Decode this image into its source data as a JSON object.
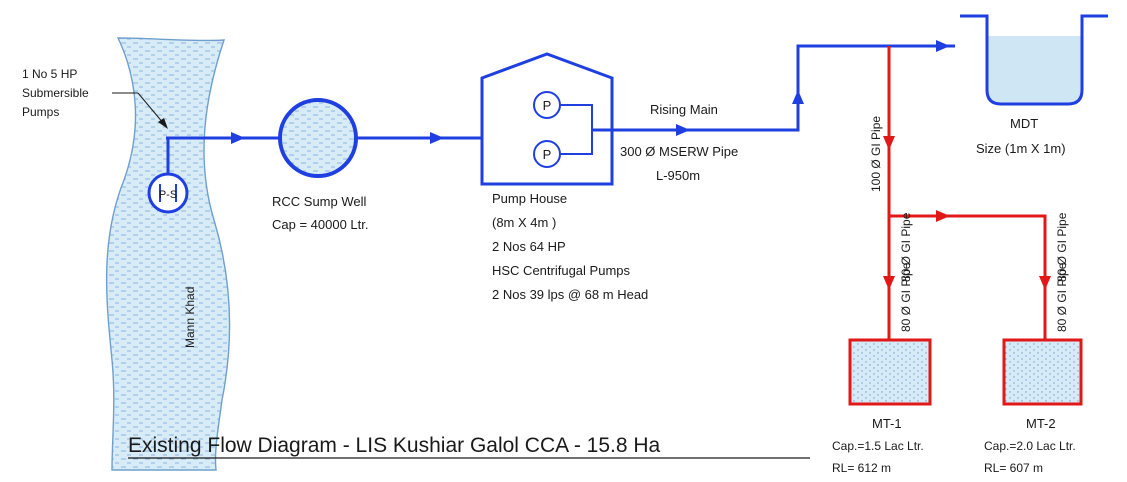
{
  "title": "Existing Flow Diagram - LIS Kushiar Galol CCA - 15.8 Ha",
  "source": {
    "name": "Mann Khad",
    "pump_lines": [
      "1 No 5 HP",
      "Submersible",
      "Pumps"
    ],
    "pump_symbol": "P-S"
  },
  "sump": {
    "lines": [
      "RCC Sump Well",
      "Cap = 40000 Ltr."
    ]
  },
  "pump_house": {
    "pump_letter": "P",
    "lines": [
      "Pump House",
      "(8m X 4m )",
      "2 Nos 64 HP",
      "HSC Centrifugal Pumps",
      "2 Nos 39 lps @ 68 m Head"
    ]
  },
  "rising_main": {
    "lines": [
      "Rising Main",
      "300 Ø MSERW Pipe",
      "L-950m"
    ]
  },
  "mdt": {
    "lines": [
      "MDT",
      "Size (1m X 1m)"
    ]
  },
  "pipes": {
    "main_down": "100 Ø GI Pipe",
    "branch_1": "80 Ø GI Pipe",
    "branch_2": "80 Ø GI Pipe"
  },
  "tanks": [
    {
      "name": "MT-1",
      "cap": "Cap.=1.5 Lac Ltr.",
      "rl": "RL= 612 m"
    },
    {
      "name": "MT-2",
      "cap": "Cap.=2.0 Lac Ltr.",
      "rl": "RL= 607 m"
    }
  ],
  "colors": {
    "blue": "#1f3fe0",
    "red": "#e01818",
    "water": "#cfe6f5",
    "water_line": "#8fb9dc"
  }
}
